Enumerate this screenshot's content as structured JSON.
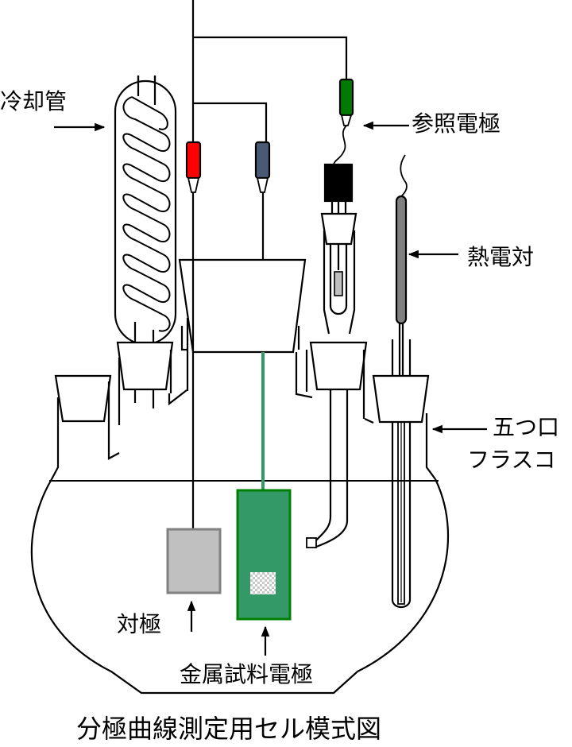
{
  "diagram": {
    "title": "分極曲線測定用セル模式図",
    "labels": {
      "condenser": "冷却管",
      "reference_electrode": "参照電極",
      "thermocouple": "熱電対",
      "flask_line1": "五つ口",
      "flask_line2": "フラスコ",
      "counter_electrode": "対極",
      "working_electrode": "金属試料電極"
    },
    "colors": {
      "counter_clip": "#ff0000",
      "working_clip": "#4a5a75",
      "reference_clip": "#007a00",
      "working_electrode_fill": "#339966",
      "working_electrode_border": "#008000",
      "working_lead": "#339966",
      "counter_electrode_fill": "#c0c0c0",
      "counter_electrode_border": "#808080",
      "thermocouple_sheath": "#808080",
      "reference_cap": "#000000",
      "line": "#000000"
    }
  }
}
